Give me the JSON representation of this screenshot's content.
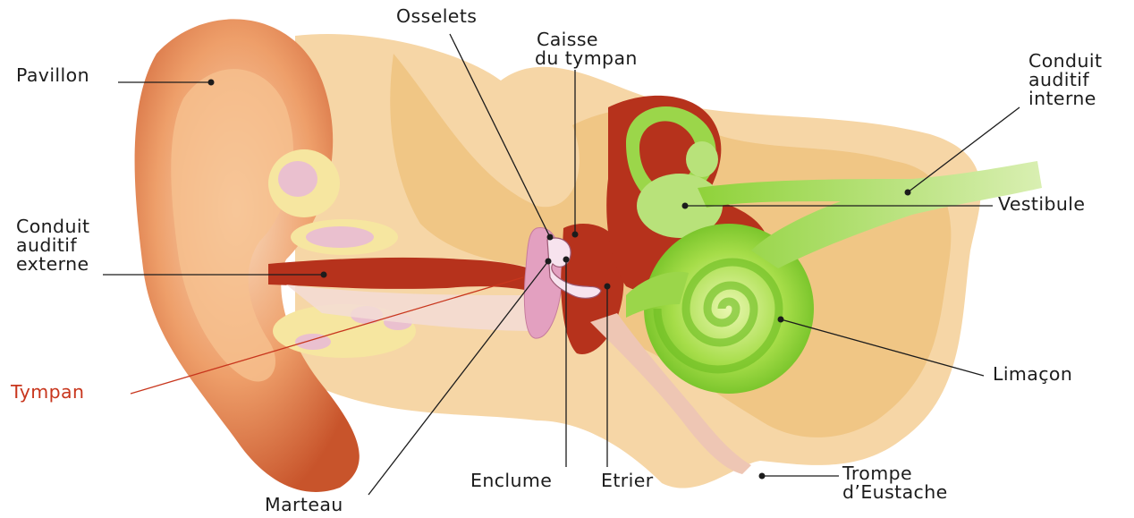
{
  "labels": {
    "pavillon": "Pavillon",
    "osselets": "Osselets",
    "caisse": [
      "Caisse",
      "du tympan"
    ],
    "conduit_interne": [
      "Conduit",
      "auditif",
      "interne"
    ],
    "vestibule": "Vestibule",
    "conduit_externe": [
      "Conduit",
      "auditif",
      "externe"
    ],
    "tympan": "Tympan",
    "limacon": "Limaçon",
    "enclume": "Enclume",
    "etrier": "Etrier",
    "trompe": [
      "Trompe",
      "d’Eustache"
    ],
    "marteau": "Marteau"
  },
  "colors": {
    "label_text": "#1c1c1c",
    "tympan_text": "#c8361d",
    "skin": "#f1c58f",
    "bone": "#f2d48c",
    "canal": "#b6321c",
    "inner_ear": "#8fd23a",
    "tympanic_membrane": "#e3a0c0"
  }
}
